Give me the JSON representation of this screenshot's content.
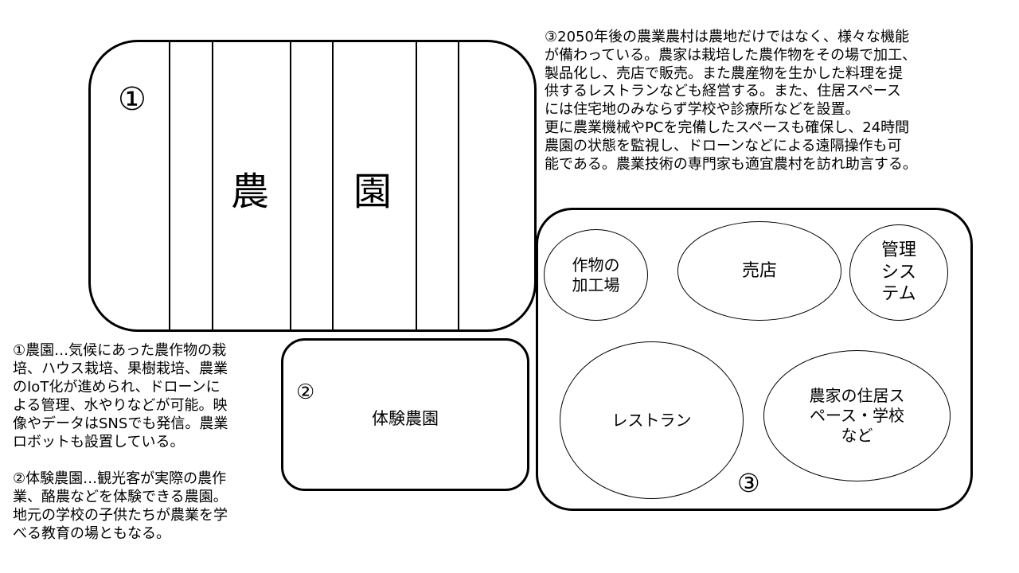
{
  "farm": {
    "number": "①",
    "label_1": "農",
    "label_2": "園"
  },
  "experience_farm": {
    "number": "②",
    "label": "体験農園"
  },
  "village": {
    "number": "③",
    "items": {
      "processing": "作物の\n加工場",
      "store": "売店",
      "management": "管理\nシス\nテム",
      "restaurant": "レストラン",
      "residence": "農家の住居ス\nペース・学校\nなど"
    }
  },
  "descriptions": {
    "village_description": "③2050年後の農業農村は農地だけではなく、様々な機能\nが備わっている。農家は栽培した農作物をその場で加工、\n製品化し、売店で販売。また農産物を生かした料理を提\n供するレストランなども経営する。また、住居スペース\nには住宅地のみならず学校や診療所などを設置。\n更に農業機械やPCを完備したスペースも確保し、24時間\n農園の状態を監視し、ドローンなどによる遠隔操作も可\n能である。農業技術の専門家も適宜農村を訪れ助言する。",
    "farm_description": "①農園…気候にあった農作物の栽\n培、ハウス栽培、果樹栽培、農業\nのIoT化が進められ、ドローンに\nよる管理、水やりなどが可能。映\n像やデータはSNSでも発信。農業\nロボットも設置している。\n\n②体験農園…観光客が実際の農作\n業、酪農などを体験できる農園。\n地元の学校の子供たちが農業を学\nべる教育の場ともなる。"
  }
}
